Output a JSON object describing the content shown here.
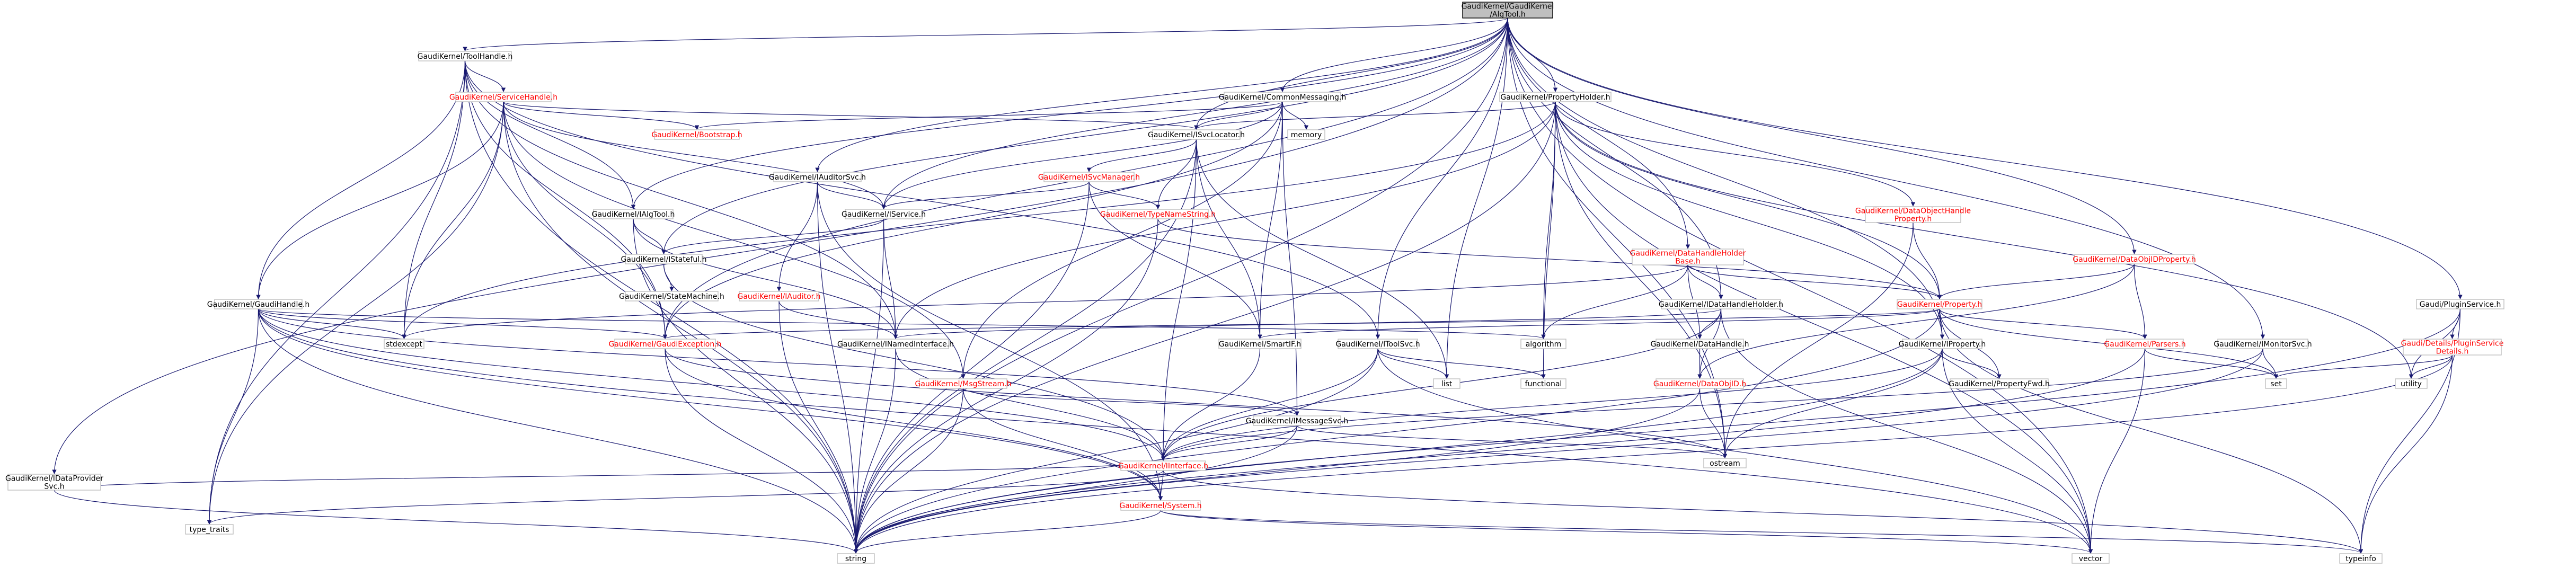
{
  "diagram": {
    "title": "GaudiKernel/GaudiKernel/AlgTool.h",
    "nodes": [
      {
        "id": "root",
        "lines": [
          "GaudiKernel/GaudiKernel",
          "/AlgTool.h"
        ],
        "kind": "root"
      },
      {
        "id": "itoolhandle",
        "lines": [
          "GaudiKernel/ToolHandle.h"
        ],
        "kind": "normal"
      },
      {
        "id": "commonmsg",
        "lines": [
          "GaudiKernel/CommonMessaging.h"
        ],
        "kind": "normal"
      },
      {
        "id": "propholder",
        "lines": [
          "GaudiKernel/PropertyHolder.h"
        ],
        "kind": "normal"
      },
      {
        "id": "servicehandle",
        "lines": [
          "GaudiKernel/ServiceHandle.h"
        ],
        "kind": "red"
      },
      {
        "id": "bootstrap",
        "lines": [
          "GaudiKernel/Bootstrap.h"
        ],
        "kind": "red"
      },
      {
        "id": "isvclocator",
        "lines": [
          "GaudiKernel/ISvcLocator.h"
        ],
        "kind": "normal"
      },
      {
        "id": "memory",
        "lines": [
          "memory"
        ],
        "kind": "normal"
      },
      {
        "id": "iauditorsvc",
        "lines": [
          "GaudiKernel/IAuditorSvc.h"
        ],
        "kind": "normal"
      },
      {
        "id": "isvcmanager",
        "lines": [
          "GaudiKernel/ISvcManager.h"
        ],
        "kind": "red"
      },
      {
        "id": "iservice",
        "lines": [
          "GaudiKernel/IService.h"
        ],
        "kind": "normal"
      },
      {
        "id": "typenamestring",
        "lines": [
          "GaudiKernel/TypeNameString.h"
        ],
        "kind": "red"
      },
      {
        "id": "ialgtool",
        "lines": [
          "GaudiKernel/IAlgTool.h"
        ],
        "kind": "normal"
      },
      {
        "id": "istateful",
        "lines": [
          "GaudiKernel/IStateful.h"
        ],
        "kind": "normal"
      },
      {
        "id": "statemachine",
        "lines": [
          "GaudiKernel/StateMachine.h"
        ],
        "kind": "normal"
      },
      {
        "id": "iauditor",
        "lines": [
          "GaudiKernel/IAuditor.h"
        ],
        "kind": "red"
      },
      {
        "id": "gaudihandle",
        "lines": [
          "GaudiKernel/GaudiHandle.h"
        ],
        "kind": "normal"
      },
      {
        "id": "inamedinterface",
        "lines": [
          "GaudiKernel/INamedInterface.h"
        ],
        "kind": "normal"
      },
      {
        "id": "gaudiexception",
        "lines": [
          "GaudiKernel/GaudiException.h"
        ],
        "kind": "red"
      },
      {
        "id": "stdexcept",
        "lines": [
          "stdexcept"
        ],
        "kind": "normal"
      },
      {
        "id": "msgstream",
        "lines": [
          "GaudiKernel/MsgStream.h"
        ],
        "kind": "red"
      },
      {
        "id": "imessagesvc",
        "lines": [
          "GaudiKernel/IMessageSvc.h"
        ],
        "kind": "normal"
      },
      {
        "id": "iinterface",
        "lines": [
          "GaudiKernel/IInterface.h"
        ],
        "kind": "red"
      },
      {
        "id": "system",
        "lines": [
          "GaudiKernel/System.h"
        ],
        "kind": "red"
      },
      {
        "id": "typetraits",
        "lines": [
          "type_traits"
        ],
        "kind": "normal"
      },
      {
        "id": "string",
        "lines": [
          "string"
        ],
        "kind": "normal"
      },
      {
        "id": "vector",
        "lines": [
          "vector"
        ],
        "kind": "normal"
      },
      {
        "id": "typeinfo",
        "lines": [
          "typeinfo"
        ],
        "kind": "normal"
      },
      {
        "id": "ostream",
        "lines": [
          "ostream"
        ],
        "kind": "normal"
      },
      {
        "id": "list",
        "lines": [
          "list"
        ],
        "kind": "normal"
      },
      {
        "id": "functional",
        "lines": [
          "functional"
        ],
        "kind": "normal"
      },
      {
        "id": "algorithm",
        "lines": [
          "algorithm"
        ],
        "kind": "normal"
      },
      {
        "id": "ismartif",
        "lines": [
          "GaudiKernel/SmartIF.h"
        ],
        "kind": "normal"
      },
      {
        "id": "itoolsvc",
        "lines": [
          "GaudiKernel/IToolSvc.h"
        ],
        "kind": "normal"
      },
      {
        "id": "idataprovider",
        "lines": [
          "GaudiKernel/IDataProvider",
          "Svc.h"
        ],
        "kind": "normal"
      },
      {
        "id": "datahandleholderbase",
        "lines": [
          "GaudiKernel/DataHandleHolder",
          "Base.h"
        ],
        "kind": "red"
      },
      {
        "id": "idatahandleholder",
        "lines": [
          "GaudiKernel/IDataHandleHolder.h"
        ],
        "kind": "normal"
      },
      {
        "id": "datahandle",
        "lines": [
          "GaudiKernel/DataHandle.h"
        ],
        "kind": "normal"
      },
      {
        "id": "dataobjid",
        "lines": [
          "GaudiKernel/DataObjID.h"
        ],
        "kind": "red"
      },
      {
        "id": "dataobjhandleproperty",
        "lines": [
          "GaudiKernel/DataObjectHandle",
          "Property.h"
        ],
        "kind": "red"
      },
      {
        "id": "dataobjidproperty",
        "lines": [
          "GaudiKernel/DataObjIDProperty.h"
        ],
        "kind": "red"
      },
      {
        "id": "property",
        "lines": [
          "GaudiKernel/Property.h"
        ],
        "kind": "red"
      },
      {
        "id": "iproperty",
        "lines": [
          "GaudiKernel/IProperty.h"
        ],
        "kind": "normal"
      },
      {
        "id": "parsers",
        "lines": [
          "GaudiKernel/Parsers.h"
        ],
        "kind": "red"
      },
      {
        "id": "propertyfwd",
        "lines": [
          "GaudiKernel/PropertyFwd.h"
        ],
        "kind": "normal"
      },
      {
        "id": "set",
        "lines": [
          "set"
        ],
        "kind": "normal"
      },
      {
        "id": "utility",
        "lines": [
          "utility"
        ],
        "kind": "normal"
      },
      {
        "id": "imonitorsvc",
        "lines": [
          "GaudiKernel/IMonitorSvc.h"
        ],
        "kind": "normal"
      },
      {
        "id": "ipluginservice",
        "lines": [
          "Gaudi/PluginService.h"
        ],
        "kind": "normal"
      },
      {
        "id": "pluginservicedetails",
        "lines": [
          "Gaudi/Details/PluginService",
          "Details.h"
        ],
        "kind": "red"
      }
    ]
  }
}
